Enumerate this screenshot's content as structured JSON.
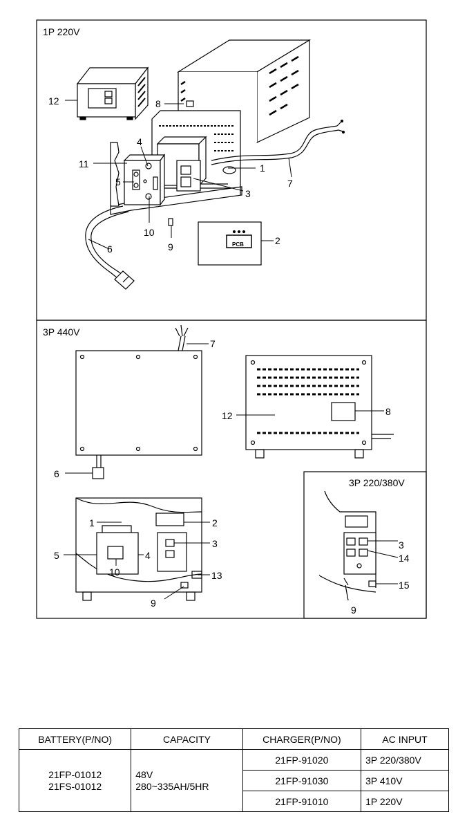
{
  "sections": {
    "s1": "1P 220V",
    "s2": "3P 440V",
    "s3": "3P 220/380V"
  },
  "callouts": {
    "c1": "1",
    "c2": "2",
    "c3": "3",
    "c4": "4",
    "c5": "5",
    "c6": "6",
    "c7": "7",
    "c8": "8",
    "c9": "9",
    "c10": "10",
    "c11": "11",
    "c12": "12",
    "c13": "13",
    "c14": "14",
    "c15": "15"
  },
  "pcb_label": "PCB",
  "table": {
    "headers": [
      "BATTERY(P/NO)",
      "CAPACITY",
      "CHARGER(P/NO)",
      "AC INPUT"
    ],
    "battery": [
      "21FP-01012",
      "21FS-01012"
    ],
    "capacity": [
      "48V",
      "280~335AH/5HR"
    ],
    "rows": [
      {
        "charger": "21FP-91020",
        "ac": "3P 220/380V"
      },
      {
        "charger": "21FP-91030",
        "ac": "3P 410V"
      },
      {
        "charger": "21FP-91010",
        "ac": "1P 220V"
      }
    ]
  }
}
